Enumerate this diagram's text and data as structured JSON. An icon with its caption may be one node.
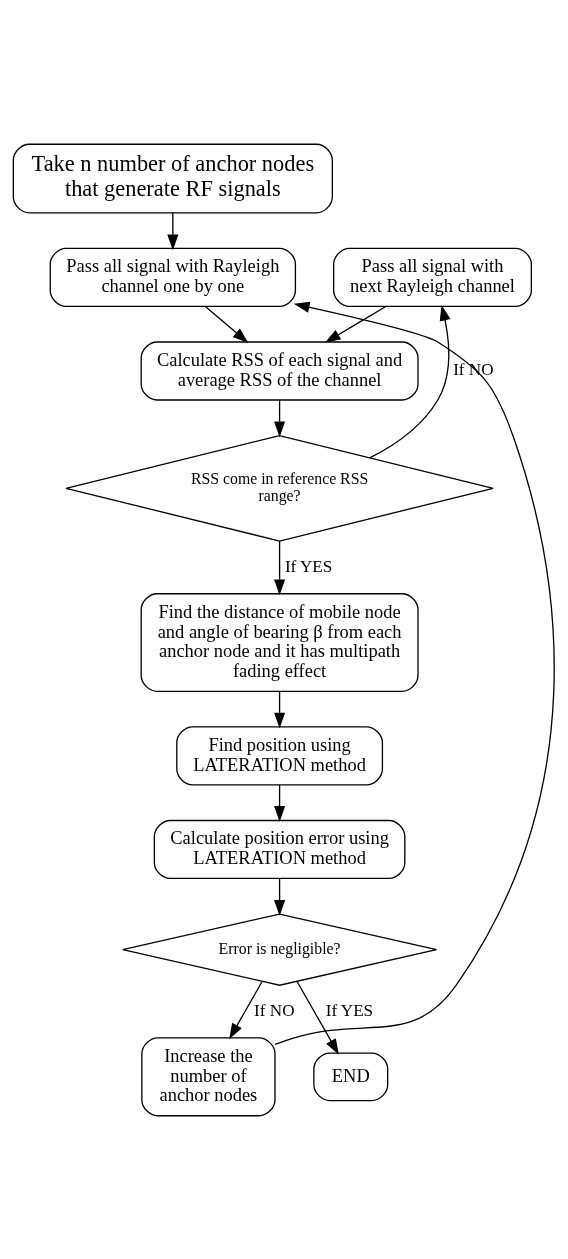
{
  "diagram": {
    "nodes": [
      {
        "text": [
          "Take n number of anchor nodes that generate RF signals"
        ]
      },
      {
        "text": [
          "Pass all signal with Rayleigh channel one by one"
        ]
      },
      {
        "text": [
          "Pass all signal with next Rayleigh channel"
        ]
      },
      {
        "text": [
          "Calculate RSS of each signal and average RSS of the channel"
        ]
      },
      {
        "text": [
          "RSS come in reference RSS range?"
        ]
      },
      {
        "text": [
          "Find the distance of mobile node and angle of bearing β from each anchor node and it has multipath fading effect"
        ]
      },
      {
        "text": [
          "Find position using LATERATION method"
        ]
      },
      {
        "text": [
          "Calculate position error using LATERATION method"
        ]
      },
      {
        "text": [
          "Error is negligible?"
        ]
      },
      {
        "text": [
          "Increase the number of anchor nodes"
        ]
      },
      {
        "text": [
          "END"
        ]
      }
    ],
    "edges": [
      {
        "from": 0,
        "to": 1,
        "arrow": "to"
      },
      {
        "from": 1,
        "to": 3,
        "arrow": "to"
      },
      {
        "from": 2,
        "to": 3,
        "arrow": "to"
      },
      {
        "from": 3,
        "to": 4,
        "arrow": "to"
      },
      {
        "from": 4,
        "to": 2,
        "arrow": "to",
        "label": "If NO"
      },
      {
        "from": 4,
        "to": 5,
        "arrow": "to",
        "label": "If YES"
      },
      {
        "from": 5,
        "to": 6,
        "arrow": "to"
      },
      {
        "from": 6,
        "to": 7,
        "arrow": "to"
      },
      {
        "from": 7,
        "to": 8,
        "arrow": "to"
      },
      {
        "from": 8,
        "to": 9,
        "arrow": "to",
        "label": "If NO"
      },
      {
        "from": 9,
        "to": 1,
        "arrow": "to"
      },
      {
        "from": 8,
        "to": 10,
        "arrow": "to",
        "label": "If YES"
      }
    ]
  }
}
